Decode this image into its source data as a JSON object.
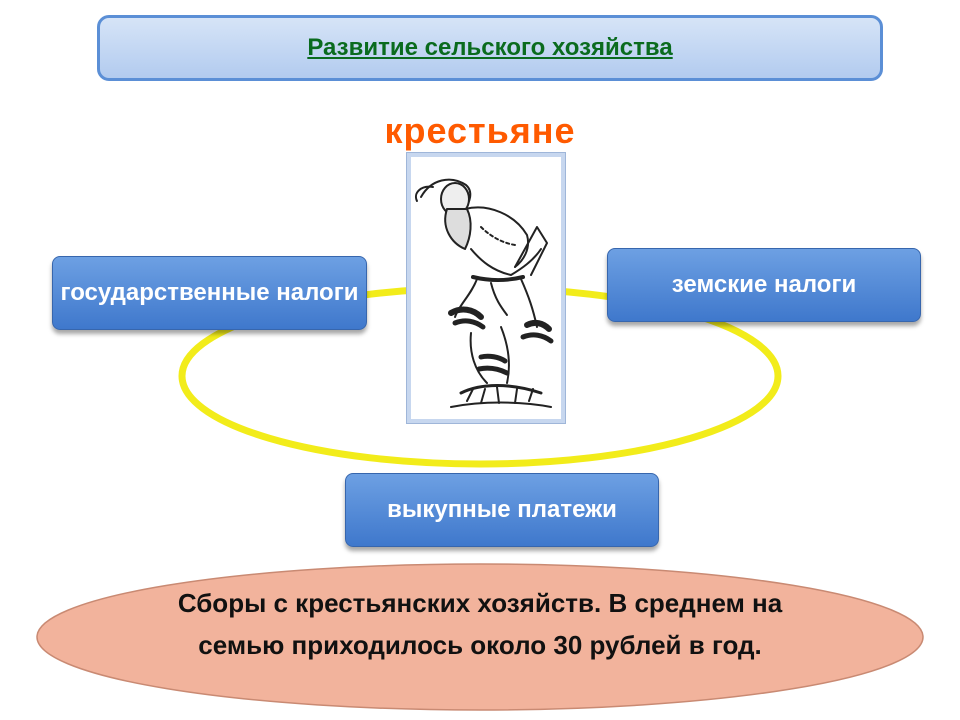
{
  "title": "Развитие сельского хозяйства",
  "center": {
    "label": "крестьяне",
    "image": "peasant-illustration"
  },
  "boxes": {
    "left": "государственные налоги",
    "right": "земские налоги",
    "bottom": "выкупные платежи"
  },
  "note": "Сборы с крестьянских хозяйств. В среднем на семью приходилось около 30 рублей в год.",
  "colors": {
    "title_text": "#0a6b1e",
    "center_label": "#ff5a00",
    "ring": "#f2ec1a",
    "box_fill": "#4f86d6",
    "oval_fill": "#f2b39c"
  }
}
